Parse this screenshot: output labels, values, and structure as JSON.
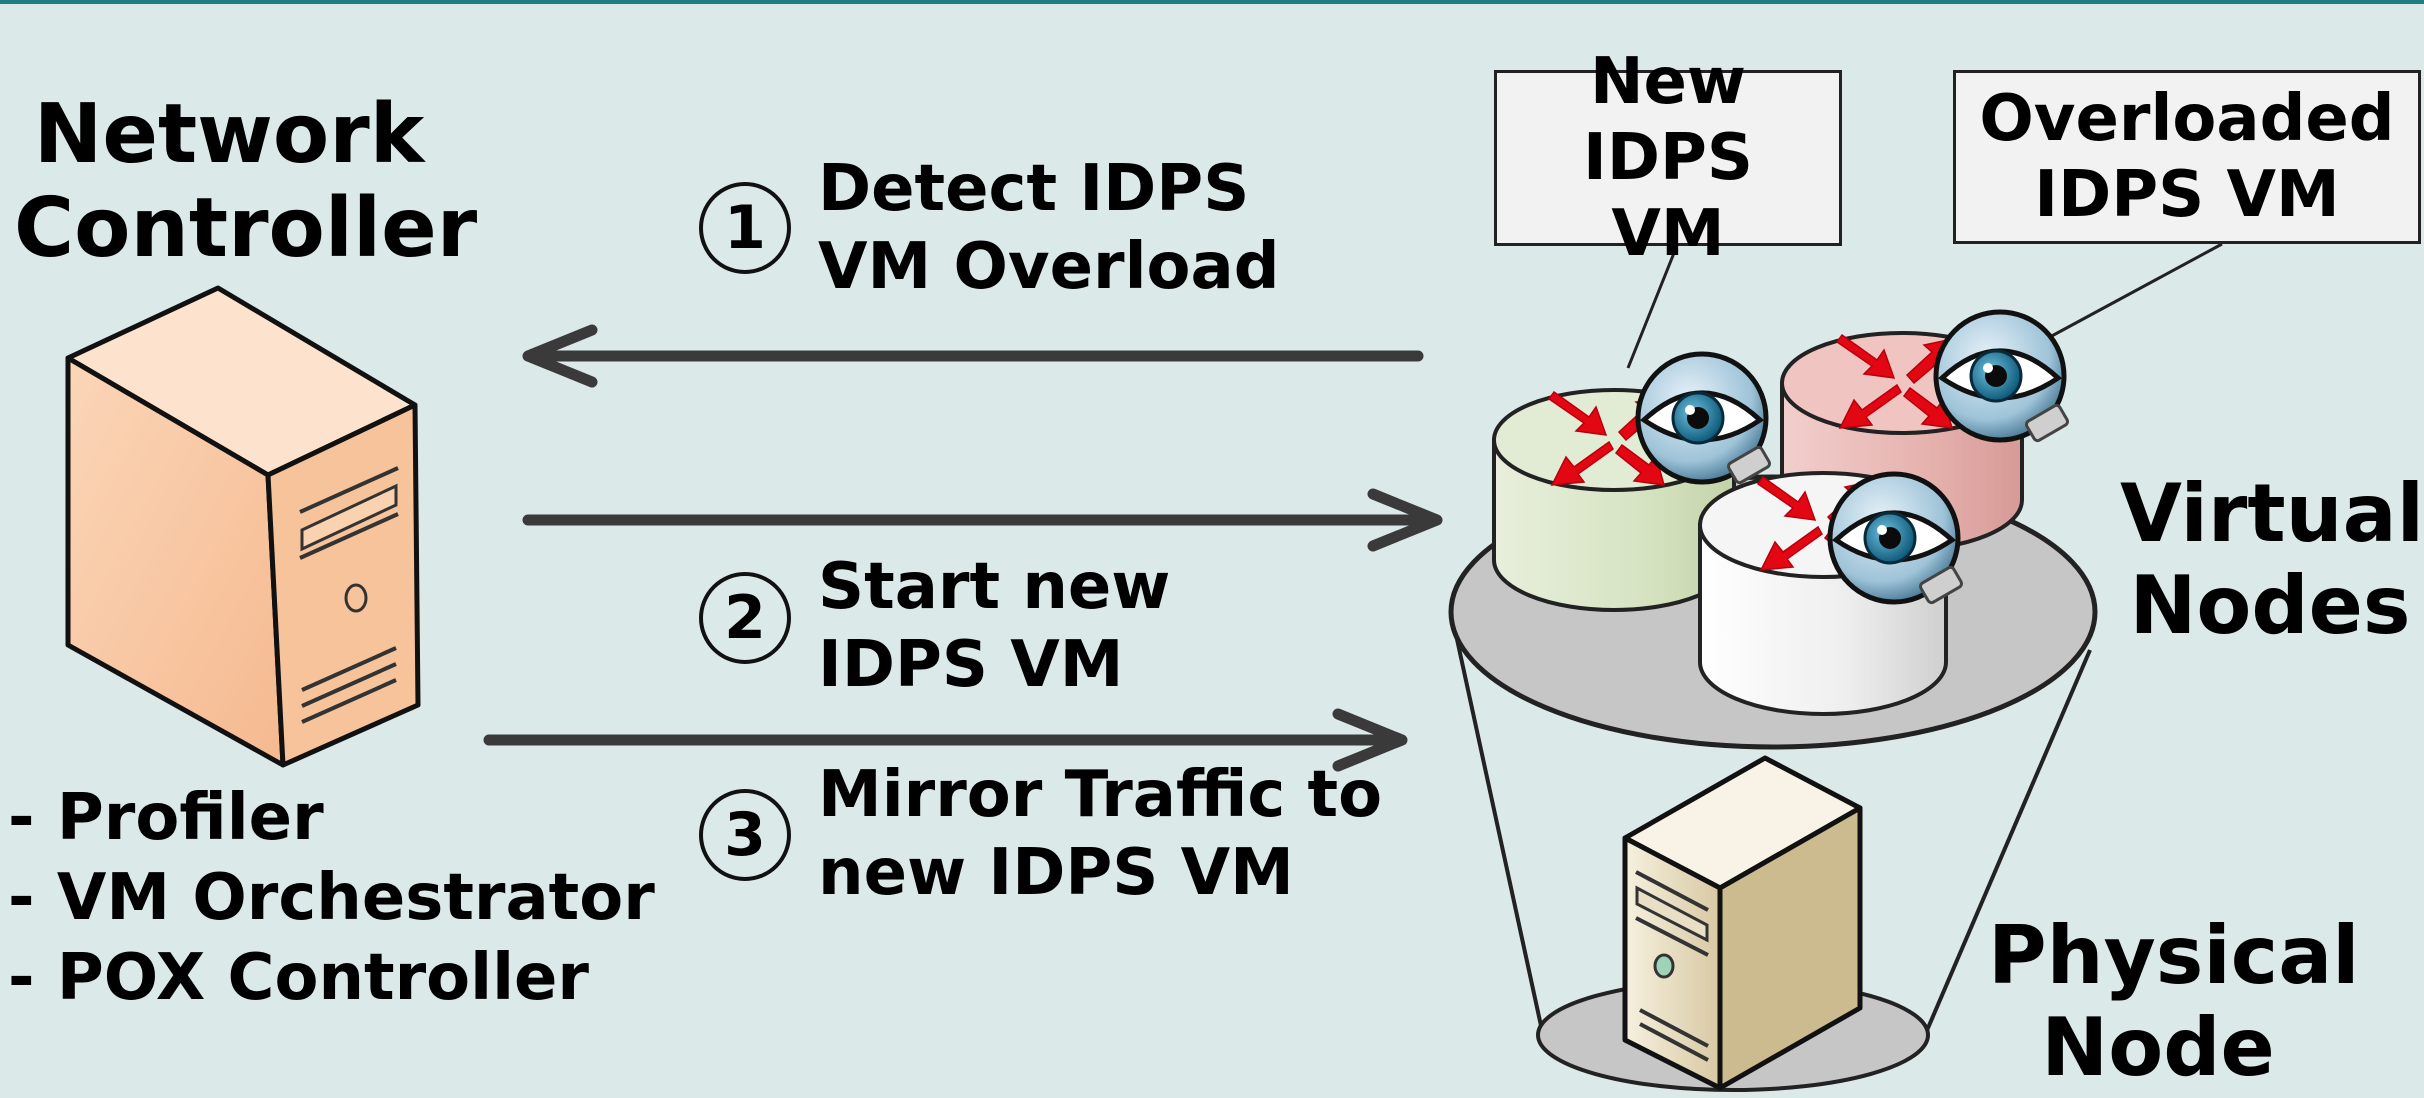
{
  "controller": {
    "title_line1": "Network",
    "title_line2": "Controller",
    "components": [
      "- Profiler",
      "- VM Orchestrator",
      "- POX Controller"
    ]
  },
  "steps": [
    {
      "number": "1",
      "line1": "Detect IDPS",
      "line2": "VM Overload"
    },
    {
      "number": "2",
      "line1": "Start new",
      "line2": "IDPS VM"
    },
    {
      "number": "3",
      "line1": "Mirror Traffic to",
      "line2": "new IDPS VM"
    }
  ],
  "callouts": {
    "new_vm": {
      "line1": "New IDPS",
      "line2": "VM"
    },
    "overloaded_vm": {
      "line1": "Overloaded",
      "line2": "IDPS VM"
    }
  },
  "labels": {
    "virtual_nodes_line1": "Virtual",
    "virtual_nodes_line2": "Nodes",
    "physical_node_line1": "Physical",
    "physical_node_line2": "Node"
  },
  "colors": {
    "background": "#dce9e9",
    "accent_rule": "#1d7f80",
    "arrow": "#3a3a3a",
    "controller_server": "#f9c7a0",
    "vm_new": "#dfe9cf",
    "vm_overloaded": "#e9b9b5",
    "vm_neutral": "#f2f2f2",
    "traffic_arrows": "#e30613",
    "platform": "#c6c6c6",
    "physical_server": "#ece3cc"
  }
}
